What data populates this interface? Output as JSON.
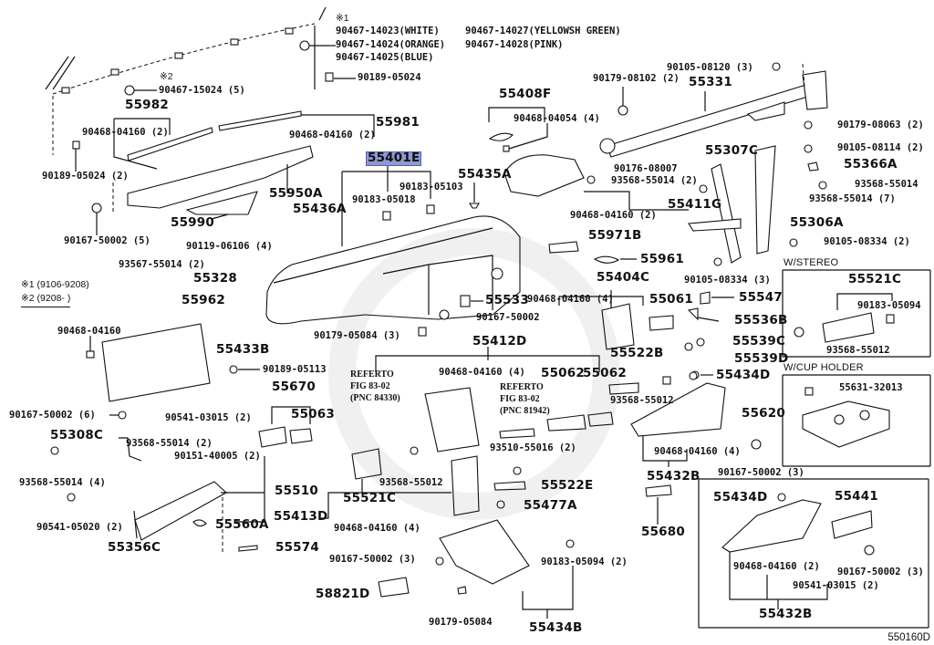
{
  "diagram": {
    "title_code": "550160D",
    "highlighted_part": "55401E",
    "notes": {
      "note1_marker": "※1",
      "note2_marker": "※2",
      "legend1": "※1  (9106-9208)",
      "legend2": "※2  (9208-      )"
    },
    "color_clips": [
      "90467-14023(WHITE)",
      "90467-14024(ORANGE)",
      "90467-14025(BLUE)",
      "90467-14027(YELLOWSH  GREEN)",
      "90467-14028(PINK)"
    ],
    "sections": {
      "stereo": "W/STEREO",
      "cup_holder": "W/CUP HOLDER"
    },
    "references": {
      "ref1": "REFERTO\nFIG 83-02\n(PNC 84330)",
      "ref2": "REFERTO\nFIG 83-02\n(PNC 81942)"
    },
    "labels": {
      "p90189_05024": "90189-05024",
      "p90467_15024": "90467-15024 (5)",
      "p55982": "55982",
      "p90468_04160_a": "90468-04160 (2)",
      "p55981": "55981",
      "p90468_04160_b": "90468-04160 (2)",
      "p90189_05024_2": "90189-05024 (2)",
      "p55950A": "55950A",
      "p55990": "55990",
      "p90167_50002_5": "90167-50002 (5)",
      "p55436A": "55436A",
      "p90119_06106": "90119-06106 (4)",
      "p93567_55014": "93567-55014 (2)",
      "p55328": "55328",
      "p55962": "55962",
      "p55401E": "55401E",
      "p90183_05018": "90183-05018",
      "p90183_05103": "90183-05103",
      "p55435A": "55435A",
      "p55408F": "55408F",
      "p90468_04054": "90468-04054 (4)",
      "p90179_08102": "90179-08102 (2)",
      "p90105_08120": "90105-08120 (3)",
      "p55331": "55331",
      "p90179_08063": "90179-08063 (2)",
      "p90105_08114": "90105-08114 (2)",
      "p55366A": "55366A",
      "p93568_55014_a": "93568-55014",
      "p55307C": "55307C",
      "p90176_08007": "90176-08007",
      "p93568_55014_b": "93568-55014 (2)",
      "p93568_55014_7": "93568-55014 (7)",
      "p55411G": "55411G",
      "p90468_04160_c": "90468-04160 (2)",
      "p55306A": "55306A",
      "p90105_08334_2": "90105-08334 (2)",
      "p55971B": "55971B",
      "p55961": "55961",
      "p90105_08334_3": "90105-08334 (3)",
      "p55404C": "55404C",
      "p90468_04160_d": "90468-04160 (4)",
      "p55061": "55061",
      "p55547": "55547",
      "p55536B": "55536B",
      "p55539C": "55539C",
      "p55539D": "55539D",
      "p55434D_a": "55434D",
      "p55533": "55533",
      "p90167_50002": "90167-50002",
      "p90179_05084_3": "90179-05084 (3)",
      "p55412D": "55412D",
      "p90468_04160_e": "90468-04160 (4)",
      "p55062_a": "55062",
      "p55062_b": "55062",
      "p55522B": "55522B",
      "p93568_55012_a": "93568-55012",
      "p90468_04160_f": "90468-04160",
      "p55433B": "55433B",
      "p90189_05113": "90189-05113",
      "p90167_50002_6": "90167-50002 (6)",
      "p90541_03015_a": "90541-03015 (2)",
      "p55670": "55670",
      "p55063": "55063",
      "p55308C": "55308C",
      "p93568_55014_c": "93568-55014 (2)",
      "p90151_40005": "90151-40005 (2)",
      "p93568_55014_4": "93568-55014 (4)",
      "p55510": "55510",
      "p90541_05020": "90541-05020 (2)",
      "p55560A": "55560A",
      "p55356C": "55356C",
      "p55574": "55574",
      "p55413D": "55413D",
      "p55521C_a": "55521C",
      "p93568_55012_b": "93568-55012",
      "p93510_55016": "93510-55016 (2)",
      "p55522E": "55522E",
      "p55477A": "55477A",
      "p90468_04160_g": "90468-04160 (4)",
      "p90167_50002_3a": "90167-50002 (3)",
      "p58821D": "58821D",
      "p90179_05084": "90179-05084",
      "p55434B": "55434B",
      "p90183_05094_2": "90183-05094 (2)",
      "p55432B_a": "55432B",
      "p90468_04160_h": "90468-04160 (4)",
      "p90167_50002_3b": "90167-50002 (3)",
      "p55680": "55680",
      "p55521C_b": "55521C",
      "p90183_05094": "90183-05094",
      "p93568_55012_c": "93568-55012",
      "p55631_32013": "55631-32013",
      "p55620": "55620",
      "p55434D_b": "55434D",
      "p55441": "55441",
      "p90468_04160_i": "90468-04160 (2)",
      "p90167_50002_3c": "90167-50002 (3)",
      "p90541_03015_b": "90541-03015 (2)",
      "p55432B_b": "55432B"
    }
  }
}
